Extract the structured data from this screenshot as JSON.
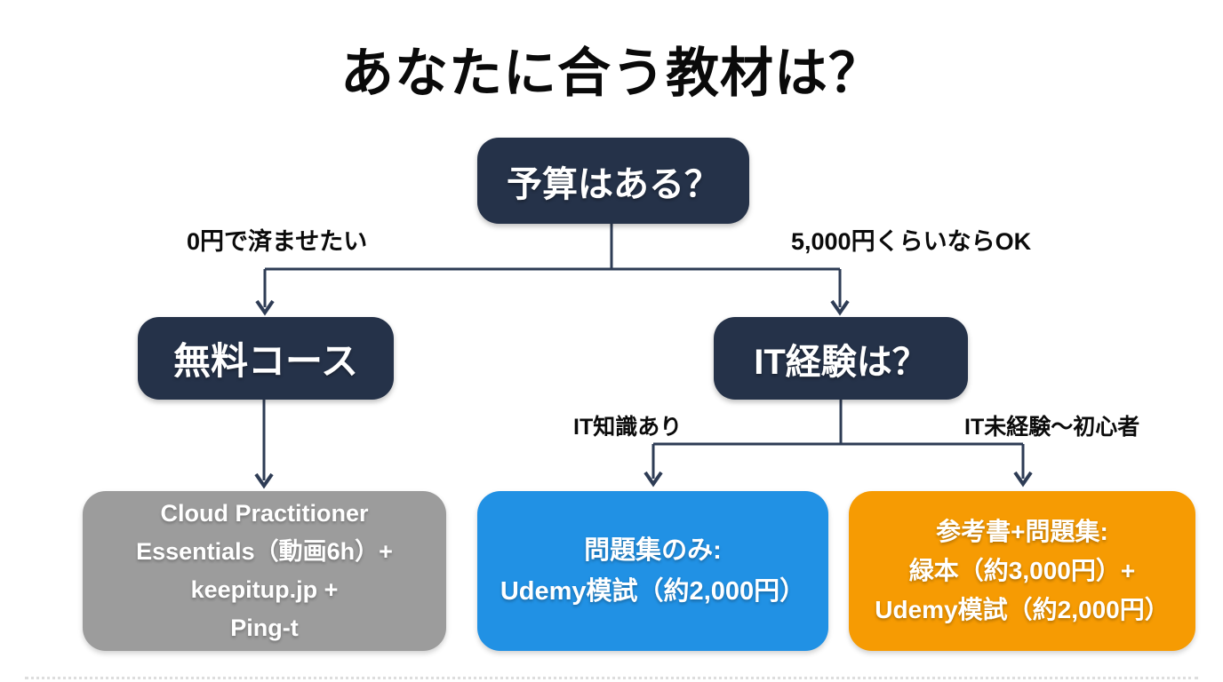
{
  "title": "あなたに合う教材は？",
  "diagram_type": "decision-tree-flowchart",
  "nodes": {
    "budget": "予算はある？",
    "free": "無料コース",
    "it_experience": "IT経験は？"
  },
  "branch_labels": {
    "budget_no": "0円で済ませたい",
    "budget_yes": "5,000円くらいならOK",
    "it_yes": "IT知識あり",
    "it_no": "IT未経験〜初心者"
  },
  "results": [
    {
      "name": "free-course-result",
      "color": "#9c9c9c",
      "lines": [
        "Cloud Practitioner",
        "Essentials（動画6h）+",
        "keepitup.jp +",
        "Ping-t"
      ]
    },
    {
      "name": "exam-only-result",
      "color": "#2191e4",
      "lines": [
        "問題集のみ:",
        "Udemy模試（約2,000円）"
      ]
    },
    {
      "name": "book-plus-exam-result",
      "color": "#f69b03",
      "lines": [
        "参考書+問題集:",
        "緑本（約3,000円）+",
        "Udemy模試（約2,000円）"
      ]
    }
  ],
  "colors": {
    "background": "#ffffff",
    "question_node_bg": "#253249",
    "connector_line": "#2e3c55",
    "result_gray": "#9c9c9c",
    "result_blue": "#2191e4",
    "result_orange": "#f69b03",
    "node_text": "#ffffff",
    "label_text": "#0b0b0b"
  }
}
